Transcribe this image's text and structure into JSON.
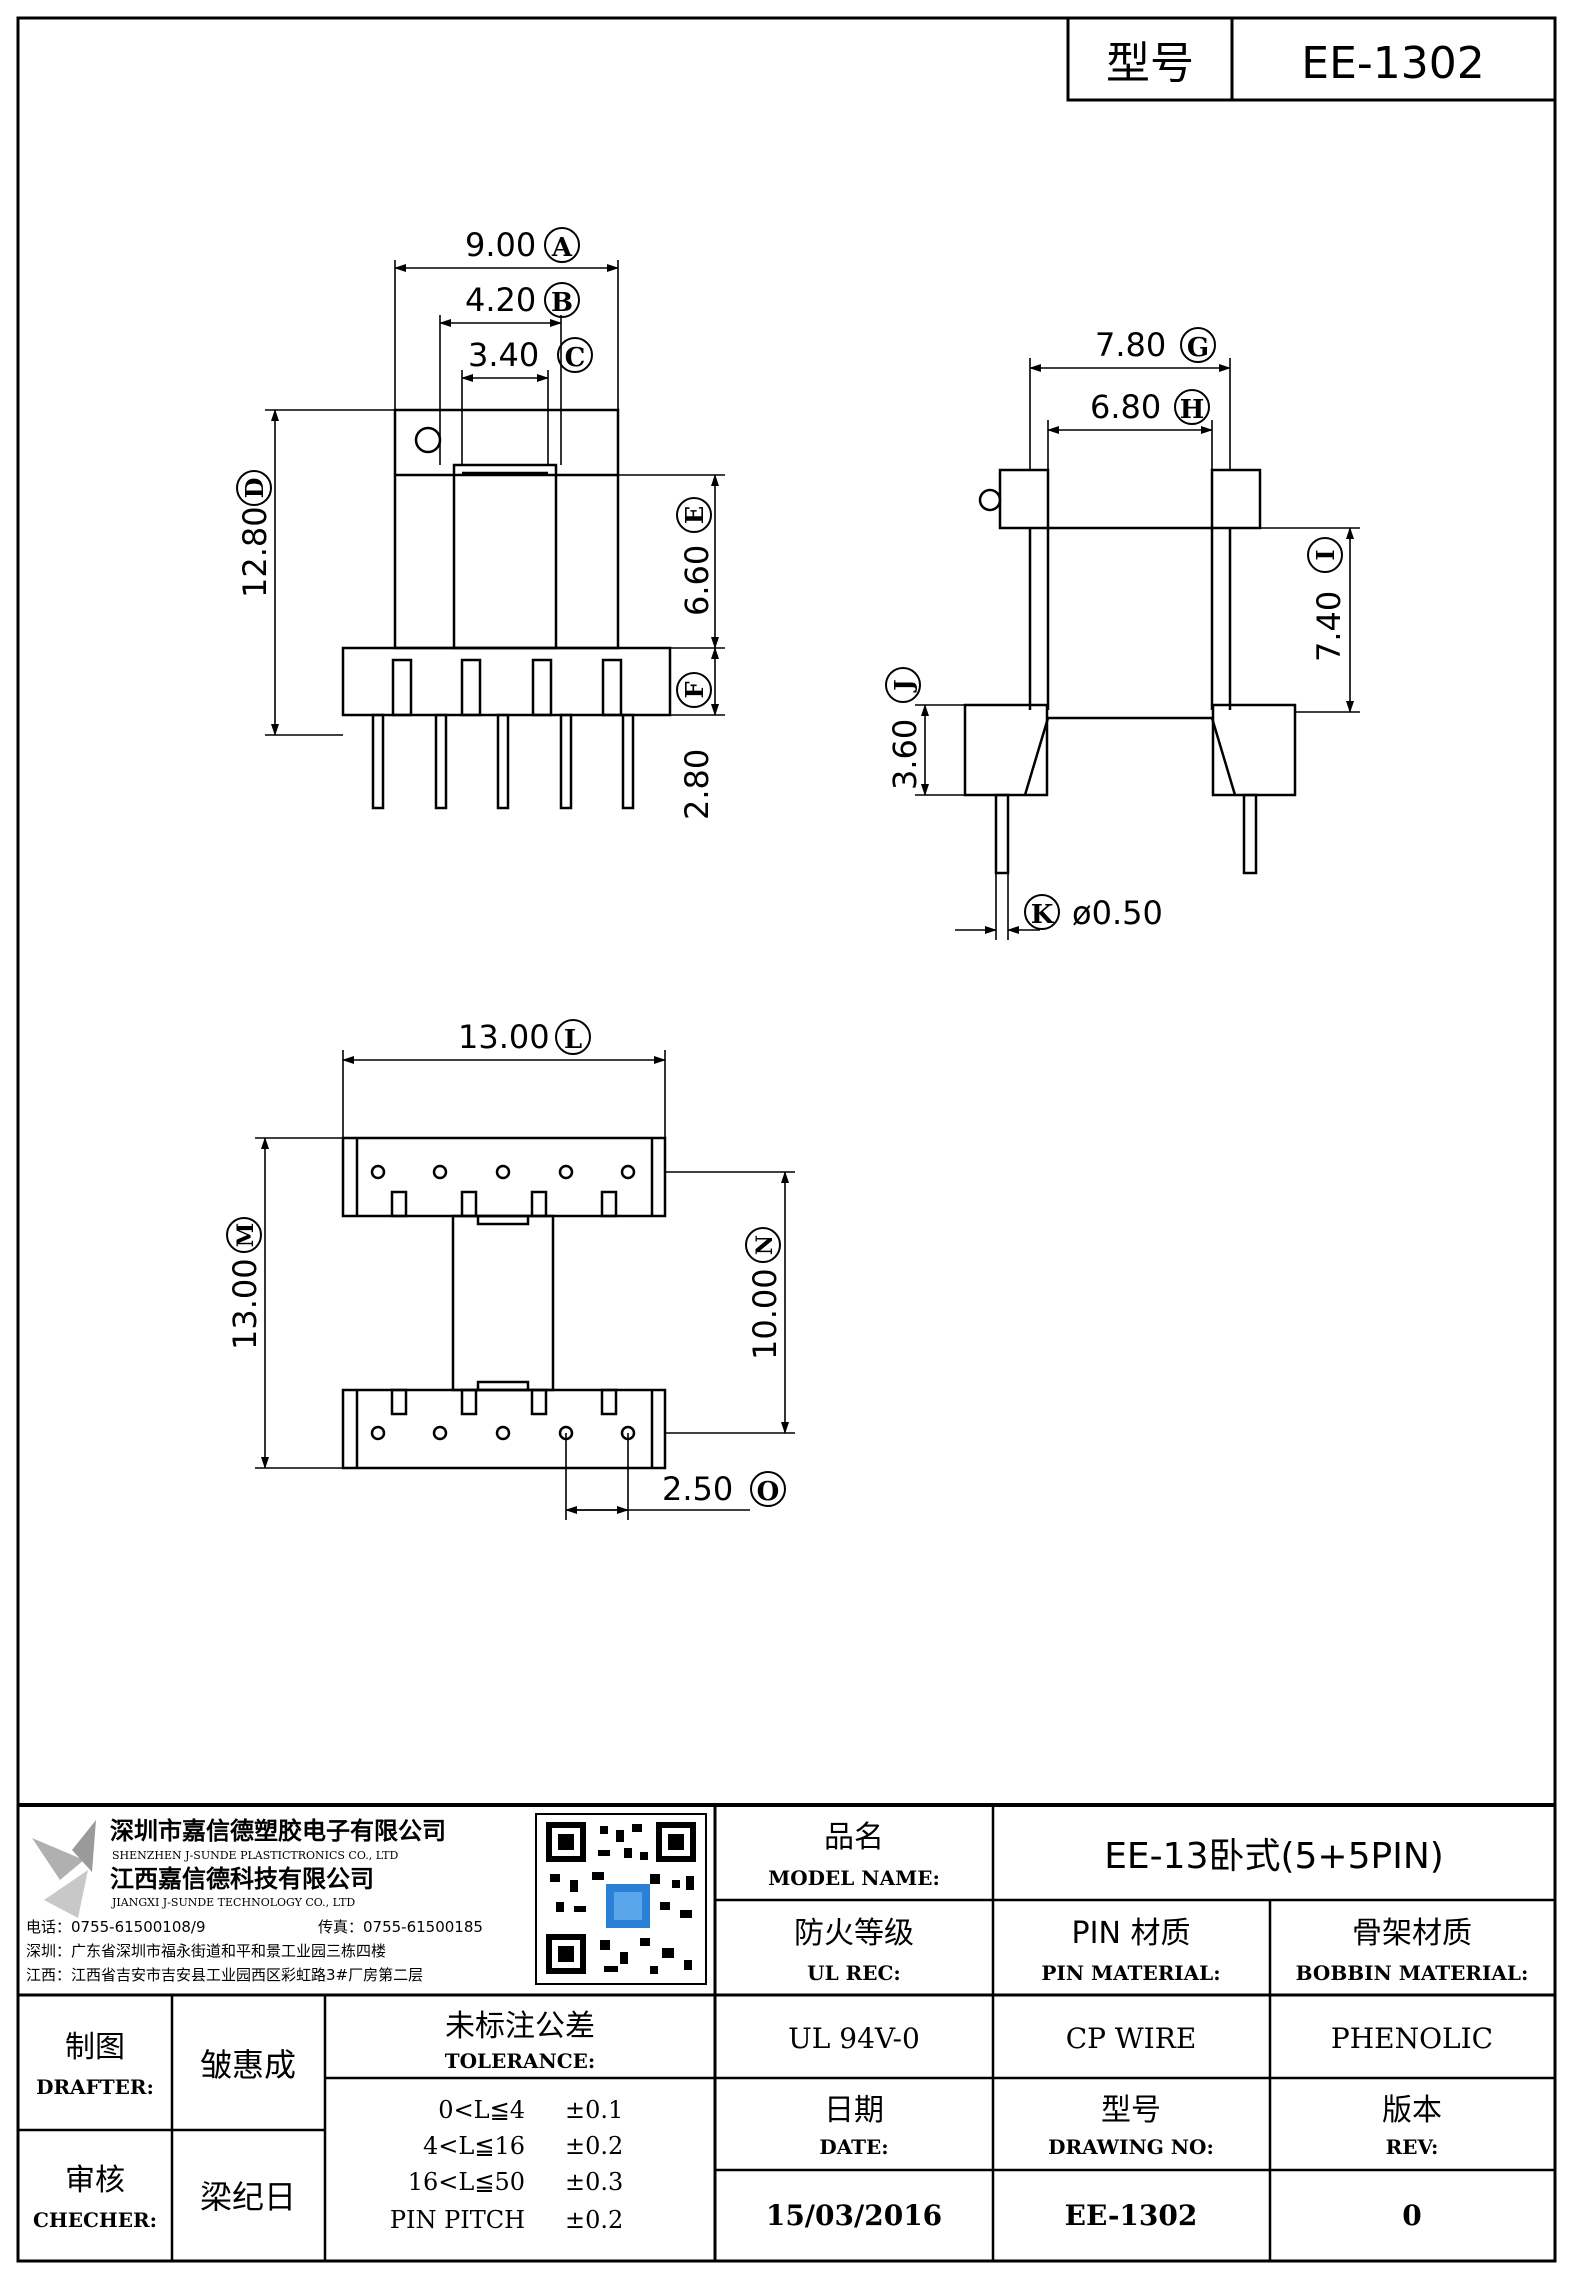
{
  "header": {
    "type_label": "型号",
    "type_value": "EE-1302"
  },
  "dimensions": {
    "A": "9.00",
    "B": "4.20",
    "C": "3.40",
    "D": "12.80",
    "E": "6.60",
    "F": "2.80",
    "G": "7.80",
    "H": "6.80",
    "I": "7.40",
    "J": "3.60",
    "K": "ø0.50",
    "L": "13.00",
    "M": "13.00",
    "N": "10.00",
    "O": "2.50"
  },
  "company": {
    "name_cn": "深圳市嘉信德塑胶电子有限公司",
    "name_en": "SHENZHEN J-SUNDE PLASTICTRONICS CO., LTD",
    "name2_cn": "江西嘉信德科技有限公司",
    "name2_en": "JIANGXI J-SUNDE TECHNOLOGY CO., LTD",
    "phone": "电话：0755-61500108/9",
    "fax": "传真：0755-61500185",
    "addr_sz": "深圳：广东省深圳市福永街道和平和景工业园三栋四楼",
    "addr_jx": "江西：江西省吉安市吉安县工业园西区彩虹路3#厂房第二层"
  },
  "titleblock": {
    "model_name_cn": "品名",
    "model_name_en": "MODEL NAME:",
    "model_name_value": "EE-13卧式(5+5PIN)",
    "ul_cn": "防火等级",
    "ul_en": "UL REC:",
    "ul_value": "UL 94V-0",
    "pin_cn": "PIN 材质",
    "pin_en": "PIN MATERIAL:",
    "pin_value": "CP WIRE",
    "bobbin_cn": "骨架材质",
    "bobbin_en": "BOBBIN MATERIAL:",
    "bobbin_value": "PHENOLIC",
    "drafter_cn": "制图",
    "drafter_en": "DRAFTER:",
    "drafter_value": "皱惠成",
    "checker_cn": "审核",
    "checker_en": "CHECHER:",
    "checker_value": "梁纪日",
    "tol_cn": "未标注公差",
    "tol_en": "TOLERANCE:",
    "tol_rows": [
      {
        "range": "0<L≦4",
        "value": "±0.1"
      },
      {
        "range": "4<L≦16",
        "value": "±0.2"
      },
      {
        "range": "16<L≦50",
        "value": "±0.3"
      },
      {
        "range": "PIN PITCH",
        "value": "±0.2"
      }
    ],
    "date_cn": "日期",
    "date_en": "DATE:",
    "date_value": "15/03/2016",
    "dwg_cn": "型号",
    "dwg_en": "DRAWING NO:",
    "dwg_value": "EE-1302",
    "rev_cn": "版本",
    "rev_en": "REV:",
    "rev_value": "0"
  }
}
